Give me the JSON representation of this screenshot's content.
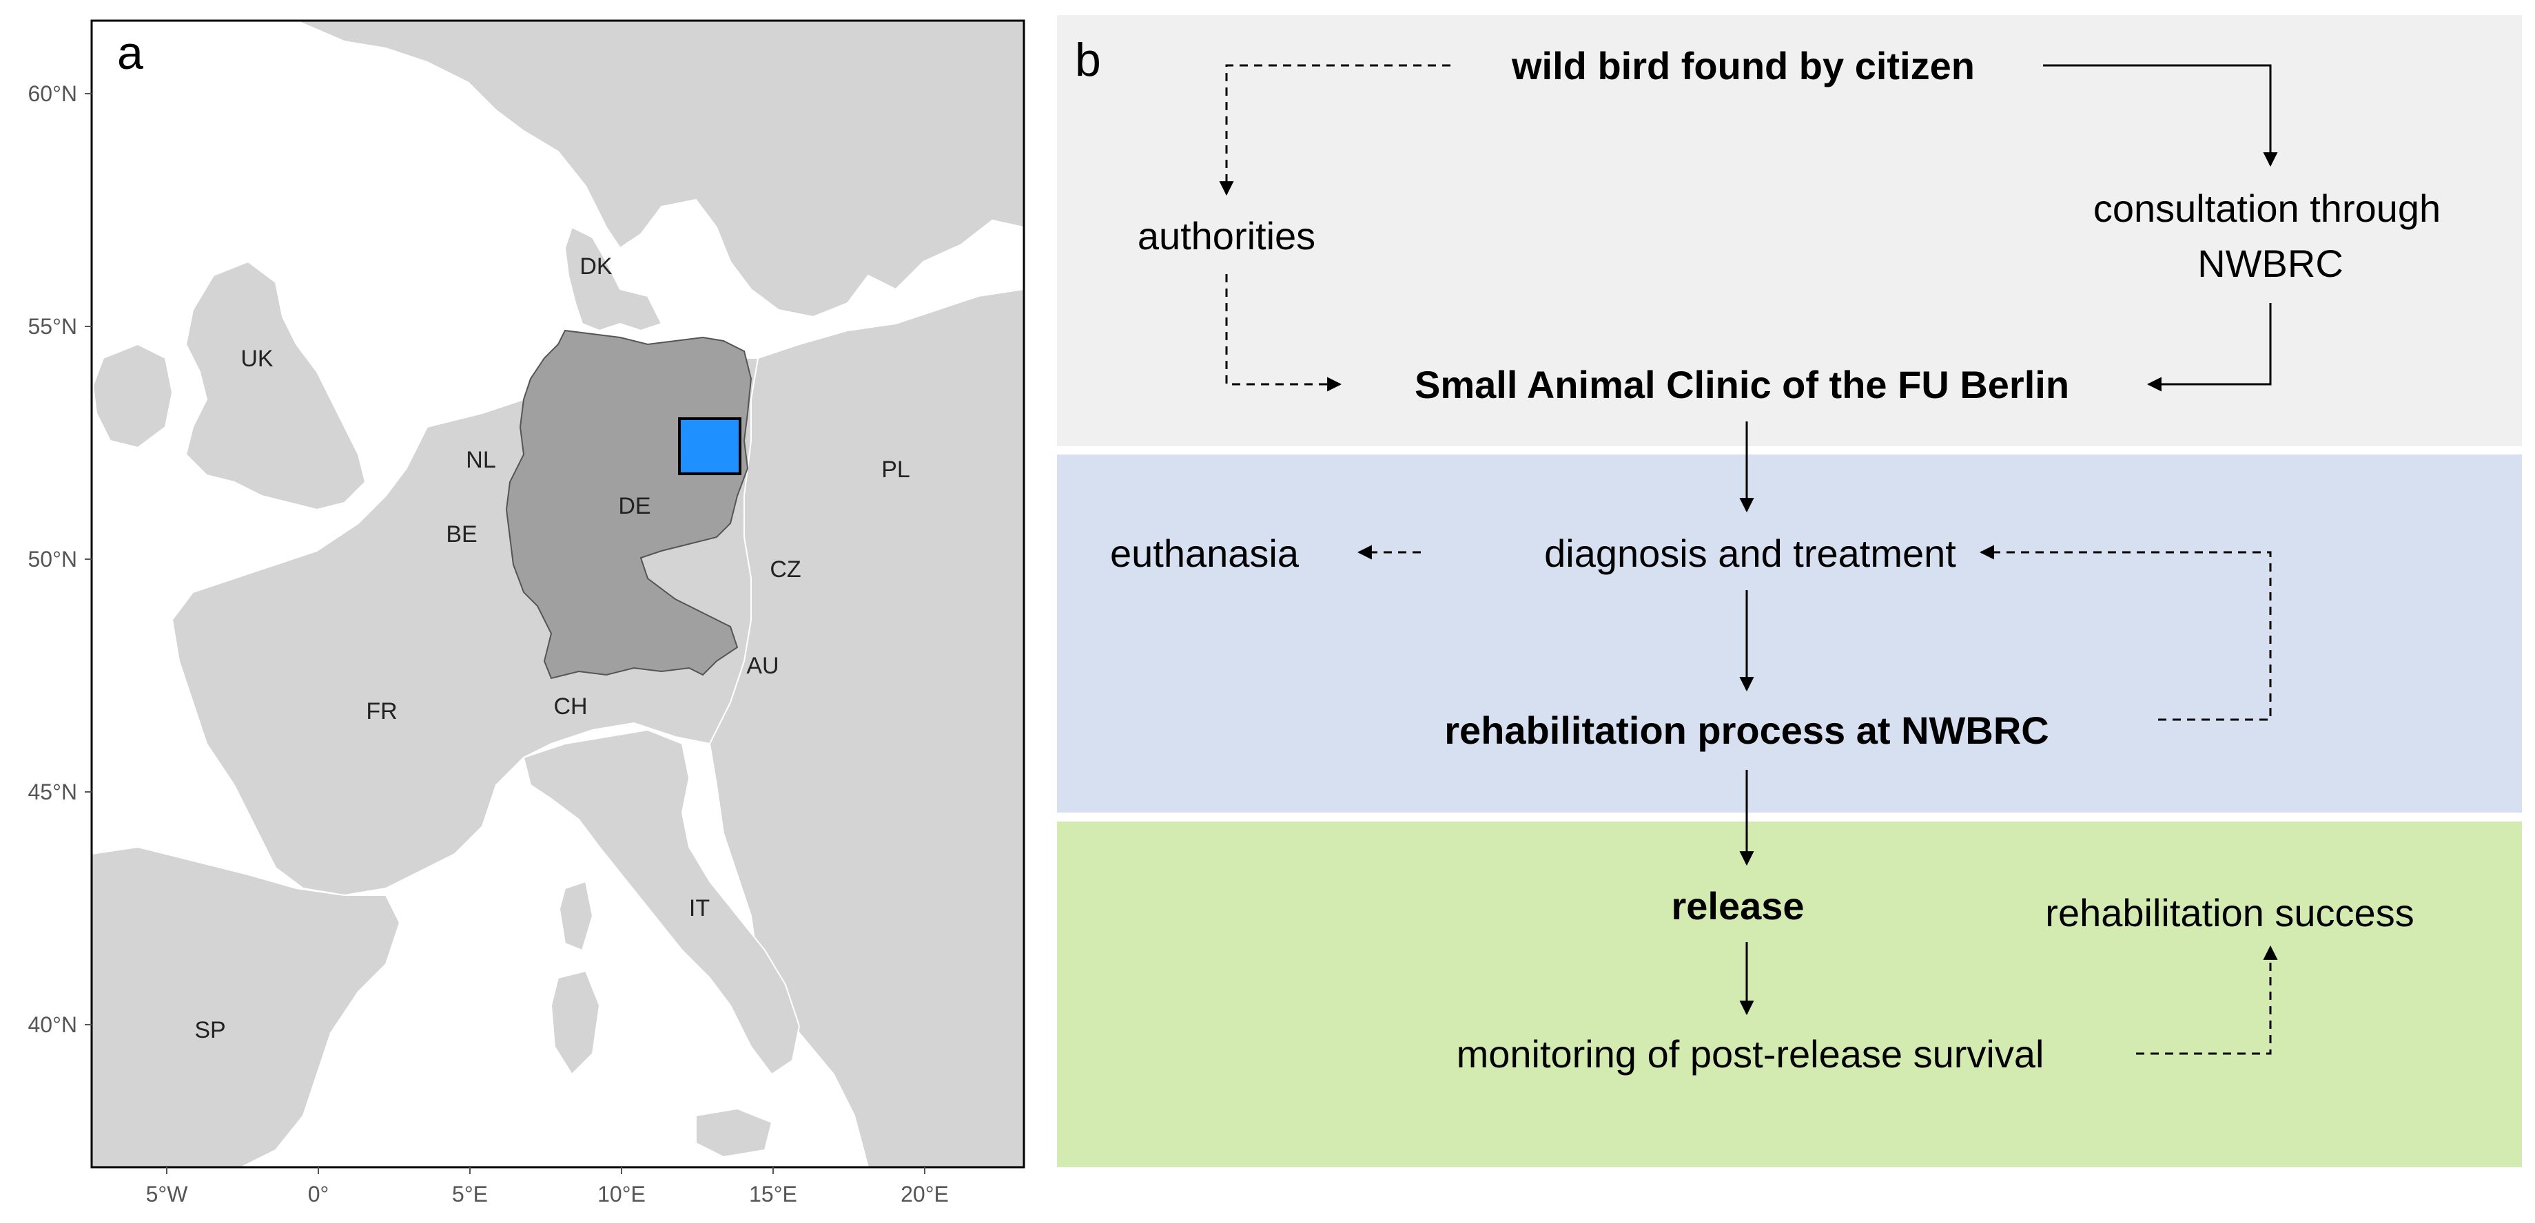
{
  "panel_a": {
    "letter": "a",
    "lat_ticks": [
      "60°N",
      "55°N",
      "50°N",
      "45°N",
      "40°N"
    ],
    "lon_ticks": [
      "5°W",
      "0°",
      "5°E",
      "10°E",
      "15°E",
      "20°E"
    ],
    "country_labels": {
      "dk": "DK",
      "uk": "UK",
      "nl": "NL",
      "be": "BE",
      "de": "DE",
      "pl": "PL",
      "cz": "CZ",
      "au": "AU",
      "ch": "CH",
      "fr": "FR",
      "it": "IT",
      "sp": "SP"
    },
    "colors": {
      "sea": "#ffffff",
      "land": "#d4d4d4",
      "germany": "#a0a0a0",
      "study_area": "#1e90ff",
      "border": "#ffffff"
    }
  },
  "panel_b": {
    "letter": "b",
    "colors": {
      "band_top": "#f0f0f0",
      "band_middle": "#d7e0f0",
      "band_bottom": "#d3ebb0"
    },
    "nodes": {
      "wild_bird": "wild bird found by citizen",
      "authorities": "authorities",
      "consultation_1": "consultation through",
      "consultation_2": "NWBRC",
      "clinic": "Small Animal Clinic of the FU Berlin",
      "euthanasia": "euthanasia",
      "diagnosis": "diagnosis and treatment",
      "rehab_process": "rehabilitation process at NWBRC",
      "release": "release",
      "rehab_success": "rehabilitation success",
      "monitoring": "monitoring of post-release survival"
    }
  }
}
